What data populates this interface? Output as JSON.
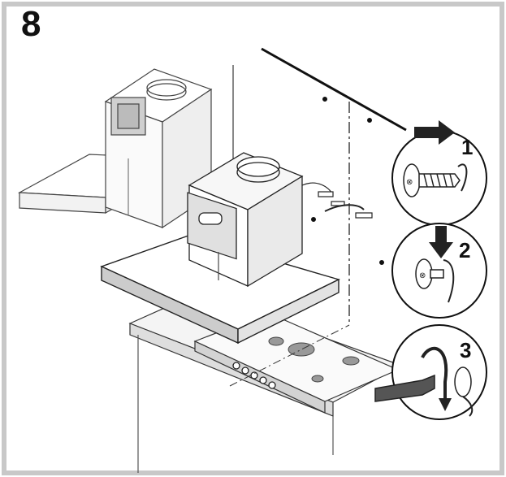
{
  "step": {
    "number": "8"
  },
  "callouts": [
    {
      "number": "1",
      "icon": "right-arrow-icon",
      "depicts": "screw-insert-icon"
    },
    {
      "number": "2",
      "icon": "down-arrow-icon",
      "depicts": "screw-clip-icon"
    },
    {
      "number": "3",
      "icon": "rotate-arrow-icon",
      "depicts": "screwdriver-tighten-icon"
    }
  ],
  "colors": {
    "frame": "#c8c8c8",
    "line": "#111111",
    "shade": "#d9d9d9",
    "arrow": "#222222"
  }
}
